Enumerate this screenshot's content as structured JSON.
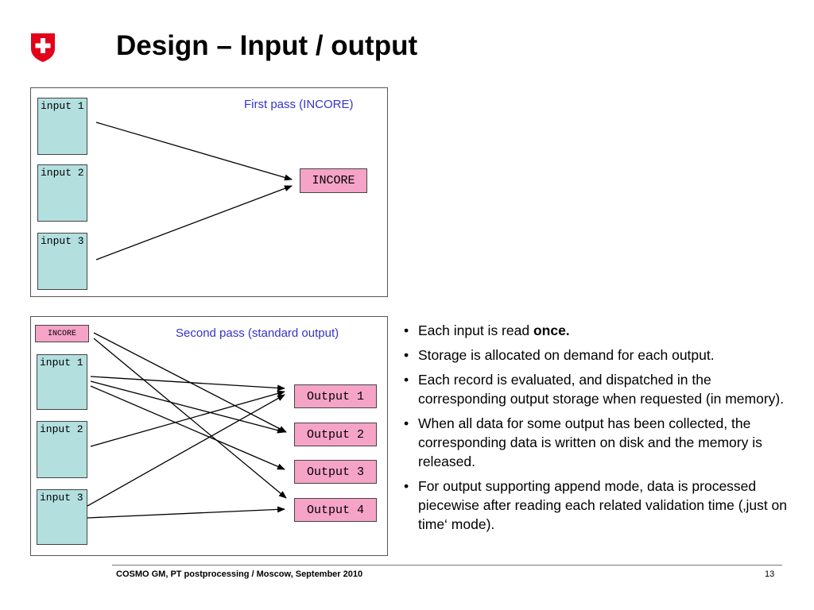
{
  "title": "Design – Input / output",
  "panel1": {
    "label": "First pass (INCORE)",
    "inputs": [
      "input 1",
      "input 2",
      "input 3"
    ],
    "target": "INCORE"
  },
  "panel2": {
    "label": "Second pass (standard output)",
    "incore": "INCORE",
    "inputs": [
      "input 1",
      "input 2",
      "input 3"
    ],
    "outputs": [
      "Output 1",
      "Output 2",
      "Output 3",
      "Output 4"
    ]
  },
  "bullets": [
    {
      "text": "Each input is read ",
      "emphasis": "once."
    },
    {
      "text": "Storage is allocated on demand for each output.",
      "emphasis": ""
    },
    {
      "text": "Each record is evaluated, and dispatched in the corresponding output storage when requested (in memory).",
      "emphasis": ""
    },
    {
      "text": "When all data for some output has been collected, the corresponding data is written on disk and the memory is released.",
      "emphasis": ""
    },
    {
      "text": "For output supporting append mode, data is processed piecewise after reading each related validation time (‚just on time‘ mode).",
      "emphasis": ""
    }
  ],
  "footer": {
    "text": "COSMO GM, PT postprocessing / Moscow, September 2010",
    "page": "13"
  },
  "colors": {
    "input_fill": "#b3dfdf",
    "output_fill": "#f5a3c7",
    "label_blue": "#3333cc",
    "logo_red": "#e2001a"
  }
}
